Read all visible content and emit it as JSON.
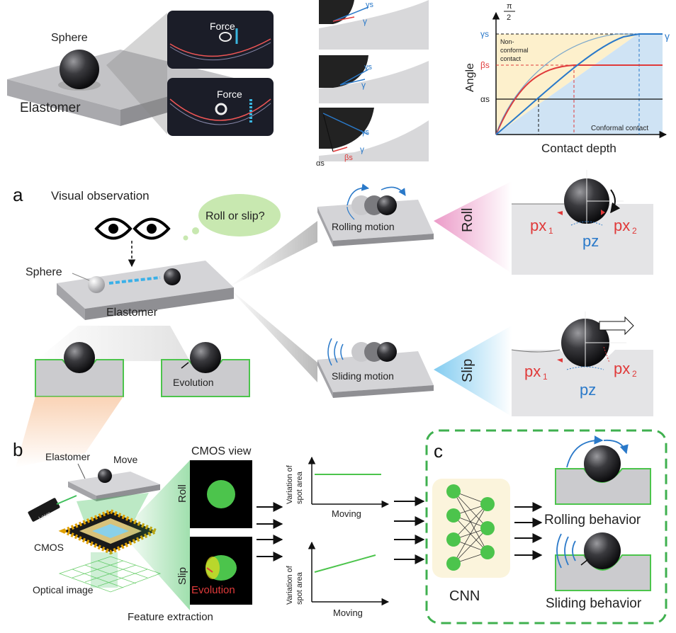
{
  "colors": {
    "green": "#4cc44c",
    "red": "#e03a3a",
    "blue": "#2a79c9",
    "elastomer": "#c9c9cc",
    "dark": "#111111"
  },
  "top": {
    "sphere": "Sphere",
    "elastomer": "Elastomer",
    "force1": "Force",
    "force2": "Force",
    "gamma_s": "γs",
    "gamma": "γ",
    "beta_s": "βs",
    "alpha_s": "αs",
    "graph": {
      "y_top": "π",
      "y_top_den": "2",
      "ylabel": "Angle",
      "xlabel": "Contact depth",
      "gamma_s": "γs",
      "beta_s": "βs",
      "alpha_s": "αs",
      "gamma": "γ",
      "nonconformal": [
        "Non-",
        "conformal",
        "contact"
      ],
      "conformal": "Conformal contact"
    }
  },
  "panel_a": {
    "letter": "a",
    "visual_observation": "Visual observation",
    "roll_or_slip": "Roll or slip?",
    "sphere": "Sphere",
    "elastomer": "Elastomer",
    "evolution": "Evolution",
    "rolling_motion": "Rolling motion",
    "sliding_motion": "Sliding motion",
    "roll": "Roll",
    "slip": "Slip",
    "px1": "px",
    "px1_sub": "1",
    "px2": "px",
    "px2_sub": "2",
    "pz": "pz"
  },
  "panel_b": {
    "letter": "b",
    "elastomer": "Elastomer",
    "move": "Move",
    "laser": "Laser",
    "cmos": "CMOS",
    "optical_image": "Optical image",
    "cmos_view": "CMOS view",
    "roll": "Roll",
    "slip": "Slip",
    "evolution": "Evolution",
    "feature_extraction": "Feature extraction",
    "ylabel": "Variation of spot area",
    "xlabel": "Moving"
  },
  "panel_c": {
    "letter": "c",
    "cnn": "CNN",
    "rolling_behavior": "Rolling behavior",
    "sliding_behavior": "Sliding behavior"
  }
}
